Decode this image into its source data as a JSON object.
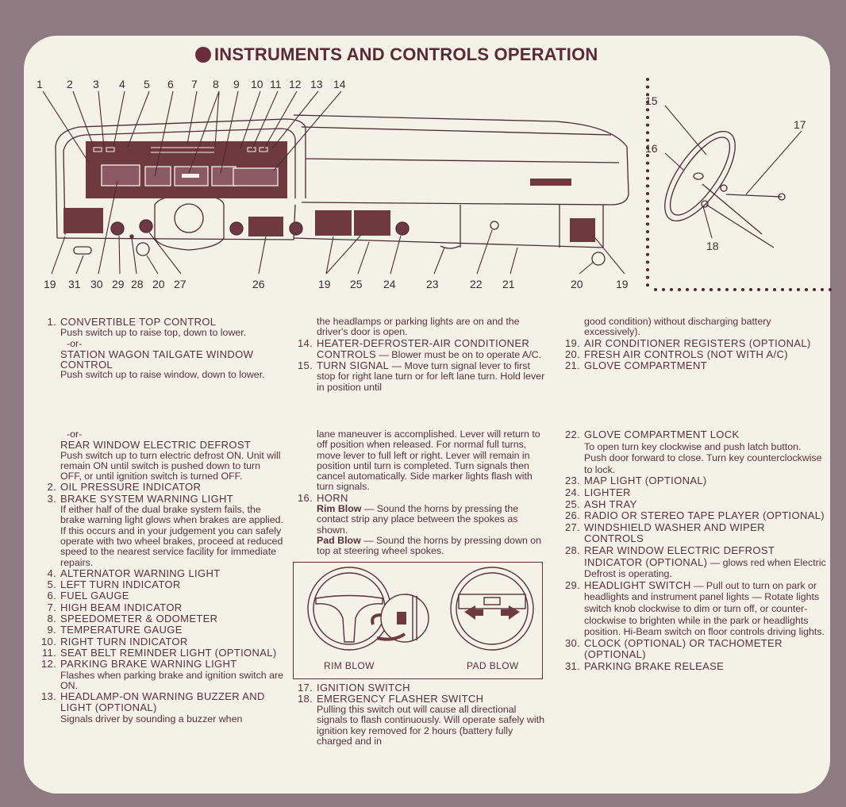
{
  "title": "INSTRUMENTS AND CONTROLS OPERATION",
  "colors": {
    "ink": "#58313a",
    "accent": "#6b2d3a",
    "paper": "#f4f1e6",
    "border": "#8d7b81"
  },
  "diagram": {
    "callouts_top": [
      "1",
      "2",
      "3",
      "4",
      "5",
      "6",
      "7",
      "8",
      "9",
      "10",
      "11",
      "12",
      "13",
      "14"
    ],
    "callouts_bottom": [
      "19",
      "31",
      "30",
      "29",
      "28",
      "20",
      "27",
      "26",
      "19",
      "25",
      "24",
      "23",
      "22",
      "21",
      "20",
      "19"
    ],
    "callouts_wheel": [
      "15",
      "16",
      "17",
      "18"
    ]
  },
  "figure": {
    "rim_label": "RIM BLOW",
    "pad_label": "PAD BLOW"
  },
  "columns": [
    {
      "top": [
        {
          "num": "1.",
          "head": "CONVERTIBLE TOP CONTROL"
        },
        {
          "body": "Push switch up to raise top, down to lower."
        },
        {
          "or": "-or-"
        },
        {
          "sub": "STATION WAGON TAILGATE WINDOW CONTROL"
        },
        {
          "body": "Push switch up to raise window, down to lower."
        }
      ],
      "bottom": [
        {
          "or": "-or-"
        },
        {
          "sub": "REAR WINDOW ELECTRIC DEFROST"
        },
        {
          "body": "Push switch up to turn electric defrost ON. Unit will remain ON until switch is pushed down to turn OFF, or until ignition switch is turned OFF."
        },
        {
          "num": "2.",
          "head": "OIL PRESSURE INDICATOR"
        },
        {
          "num": "3.",
          "head": "BRAKE SYSTEM WARNING LIGHT"
        },
        {
          "body": "If either half of the dual brake system fails, the brake warning light glows when brakes are applied. If this occurs and in your judgement you can safely operate with two wheel brakes, proceed at reduced speed to the nearest service facility for immediate repairs."
        },
        {
          "num": "4.",
          "head": "ALTERNATOR WARNING LIGHT"
        },
        {
          "num": "5.",
          "head": "LEFT TURN INDICATOR"
        },
        {
          "num": "6.",
          "head": "FUEL GAUGE"
        },
        {
          "num": "7.",
          "head": "HIGH BEAM INDICATOR"
        },
        {
          "num": "8.",
          "head": "SPEEDOMETER & ODOMETER"
        },
        {
          "num": "9.",
          "head": "TEMPERATURE GAUGE"
        },
        {
          "num": "10.",
          "head": "RIGHT TURN INDICATOR"
        },
        {
          "num": "11.",
          "head": "SEAT BELT REMINDER LIGHT (OPTIONAL)"
        },
        {
          "num": "12.",
          "head": "PARKING BRAKE WARNING LIGHT"
        },
        {
          "body": "Flashes when parking brake and ignition switch are ON."
        },
        {
          "num": "13.",
          "head": "HEADLAMP-ON WARNING BUZZER AND LIGHT (OPTIONAL)"
        },
        {
          "body": "Signals driver by sounding a buzzer when"
        }
      ]
    },
    {
      "top": [
        {
          "body": "the headlamps or parking lights are on and the driver's door is open."
        },
        {
          "num": "14.",
          "head": "HEATER-DEFROSTER-AIR CONDITIONER CONTROLS",
          "desc": " — Blower must be on to operate A/C."
        },
        {
          "num": "15.",
          "head": "TURN SIGNAL",
          "desc": " — Move turn signal lever to first stop for right lane turn or for left lane turn. Hold lever in position until"
        }
      ],
      "bottom": [
        {
          "body": "lane maneuver is accomplished. Lever will return to off position when released. For normal full turns, move lever to full left or right. Lever will remain in position until turn is completed. Turn signals then cancel automatically. Side marker lights flash with turn signals."
        },
        {
          "num": "16.",
          "head": "HORN"
        },
        {
          "bold": "Rim Blow",
          "text": " — Sound the horns by pressing the contact strip any place between the spokes as shown."
        },
        {
          "bold": "Pad Blow",
          "text": " — Sound the horns by pressing down on top at steering wheel spokes."
        },
        {
          "figure": true
        },
        {
          "num": "17.",
          "head": "IGNITION SWITCH"
        },
        {
          "num": "18.",
          "head": "EMERGENCY FLASHER SWITCH"
        },
        {
          "body": "Pulling this switch out will cause all directional signals to flash continuously. Will operate safely with ignition key removed for 2 hours (battery fully charged and in"
        }
      ]
    },
    {
      "top": [
        {
          "body": "good condition) without discharging battery excessively)."
        },
        {
          "num": "19.",
          "head": "AIR CONDITIONER REGISTERS (OPTIONAL)"
        },
        {
          "num": "20.",
          "head": "FRESH AIR CONTROLS (NOT WITH A/C)"
        },
        {
          "num": "21.",
          "head": "GLOVE COMPARTMENT"
        }
      ],
      "bottom": [
        {
          "num": "22.",
          "head": "GLOVE COMPARTMENT LOCK"
        },
        {
          "body": "To open turn key clockwise and push latch button. Push door forward to close. Turn key counterclockwise to lock."
        },
        {
          "num": "23.",
          "head": "MAP LIGHT (OPTIONAL)"
        },
        {
          "num": "24.",
          "head": "LIGHTER"
        },
        {
          "num": "25.",
          "head": "ASH TRAY"
        },
        {
          "num": "26.",
          "head": "RADIO OR STEREO TAPE PLAYER (OPTIONAL)"
        },
        {
          "num": "27.",
          "head": "WINDSHIELD WASHER AND WIPER CONTROLS"
        },
        {
          "num": "28.",
          "head": "REAR WINDOW ELECTRIC DEFROST INDICATOR (OPTIONAL)",
          "desc": " — glows red when Electric Defrost is operating."
        },
        {
          "num": "29.",
          "head": "HEADLIGHT SWITCH",
          "desc": " — Pull out to turn on park or headlights and instrument panel lights — Rotate lights switch knob clockwise to dim or turn off, or counter-clockwise to brighten while in the park or headlights position. Hi-Beam switch on floor controls driving lights."
        },
        {
          "num": "30.",
          "head": "CLOCK (OPTIONAL) OR TACHOMETER (OPTIONAL)"
        },
        {
          "num": "31.",
          "head": "PARKING BRAKE RELEASE"
        }
      ]
    }
  ]
}
